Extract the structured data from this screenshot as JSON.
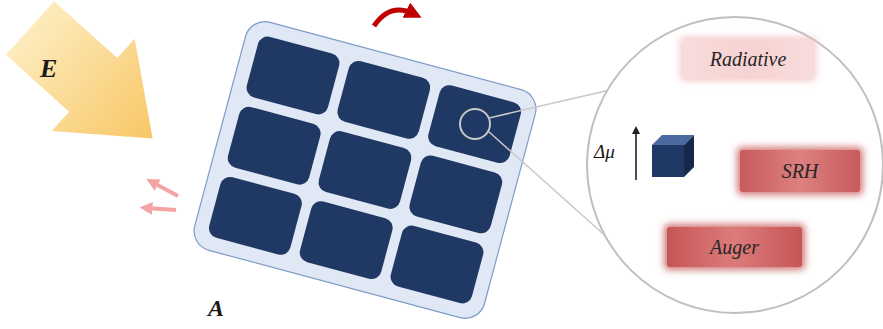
{
  "diagram": {
    "nodes": [
      {
        "text": [
          "Radiative"
        ]
      },
      {
        "text": [
          "SRH"
        ]
      },
      {
        "text": [
          "Auger"
        ]
      }
    ],
    "labels": [
      "E",
      "A",
      "Δμ"
    ]
  }
}
